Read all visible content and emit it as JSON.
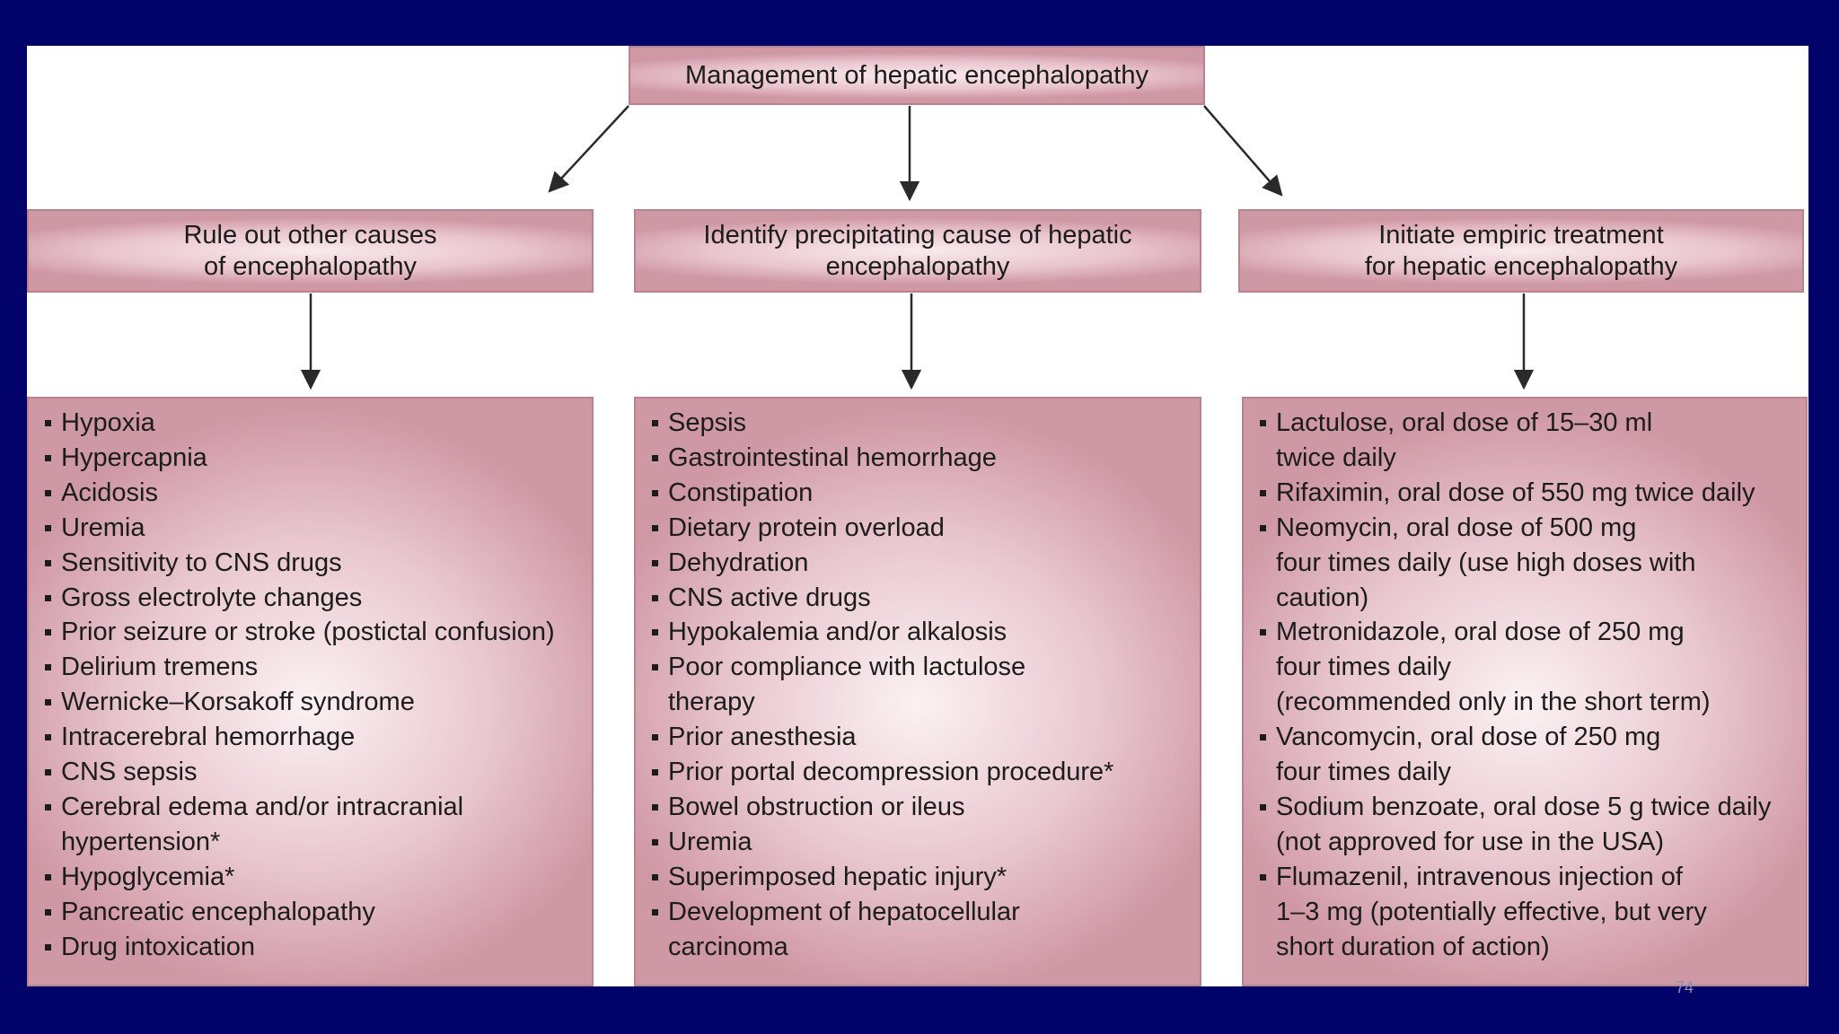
{
  "title": "Management of hepatic encephalopathy",
  "branches": [
    {
      "header": [
        "Rule out other causes",
        "of encephalopathy"
      ],
      "items": [
        "Hypoxia",
        "Hypercapnia",
        "Acidosis",
        "Uremia",
        "Sensitivity to CNS drugs",
        "Gross electrolyte changes",
        "Prior seizure or stroke (postictal confusion)",
        "Delirium tremens",
        "Wernicke–Korsakoff syndrome",
        "Intracerebral hemorrhage",
        "CNS sepsis",
        "Cerebral edema and/or intracranial\nhypertension*",
        "Hypoglycemia*",
        "Pancreatic encephalopathy",
        "Drug intoxication"
      ]
    },
    {
      "header": [
        "Identify precipitating cause of hepatic",
        "encephalopathy"
      ],
      "items": [
        "Sepsis",
        "Gastrointestinal hemorrhage",
        "Constipation",
        "Dietary protein overload",
        "Dehydration",
        "CNS active drugs",
        "Hypokalemia and/or alkalosis",
        "Poor compliance with lactulose\ntherapy",
        "Prior anesthesia",
        "Prior portal decompression procedure*",
        "Bowel obstruction or ileus",
        "Uremia",
        "Superimposed hepatic injury*",
        "Development of hepatocellular\ncarcinoma"
      ]
    },
    {
      "header": [
        "Initiate empiric treatment",
        "for hepatic encephalopathy"
      ],
      "items": [
        "Lactulose, oral dose of 15–30 ml\ntwice daily",
        "Rifaximin, oral dose of 550 mg twice daily",
        "Neomycin, oral dose of 500 mg\nfour times daily (use high doses with\ncaution)",
        "Metronidazole, oral dose of 250 mg\nfour times daily\n(recommended only in the short term)",
        "Vancomycin, oral dose of 250 mg\nfour times daily",
        "Sodium benzoate, oral dose 5 g twice daily\n(not approved for use in the USA)",
        "Flumazenil, intravenous injection of\n1–3 mg (potentially effective, but very\nshort duration of action)"
      ]
    }
  ],
  "page_number": "74",
  "colors": {
    "slide_background": "#02036a",
    "box_fill": "#e2b8c1",
    "box_border": "#b7838f"
  }
}
